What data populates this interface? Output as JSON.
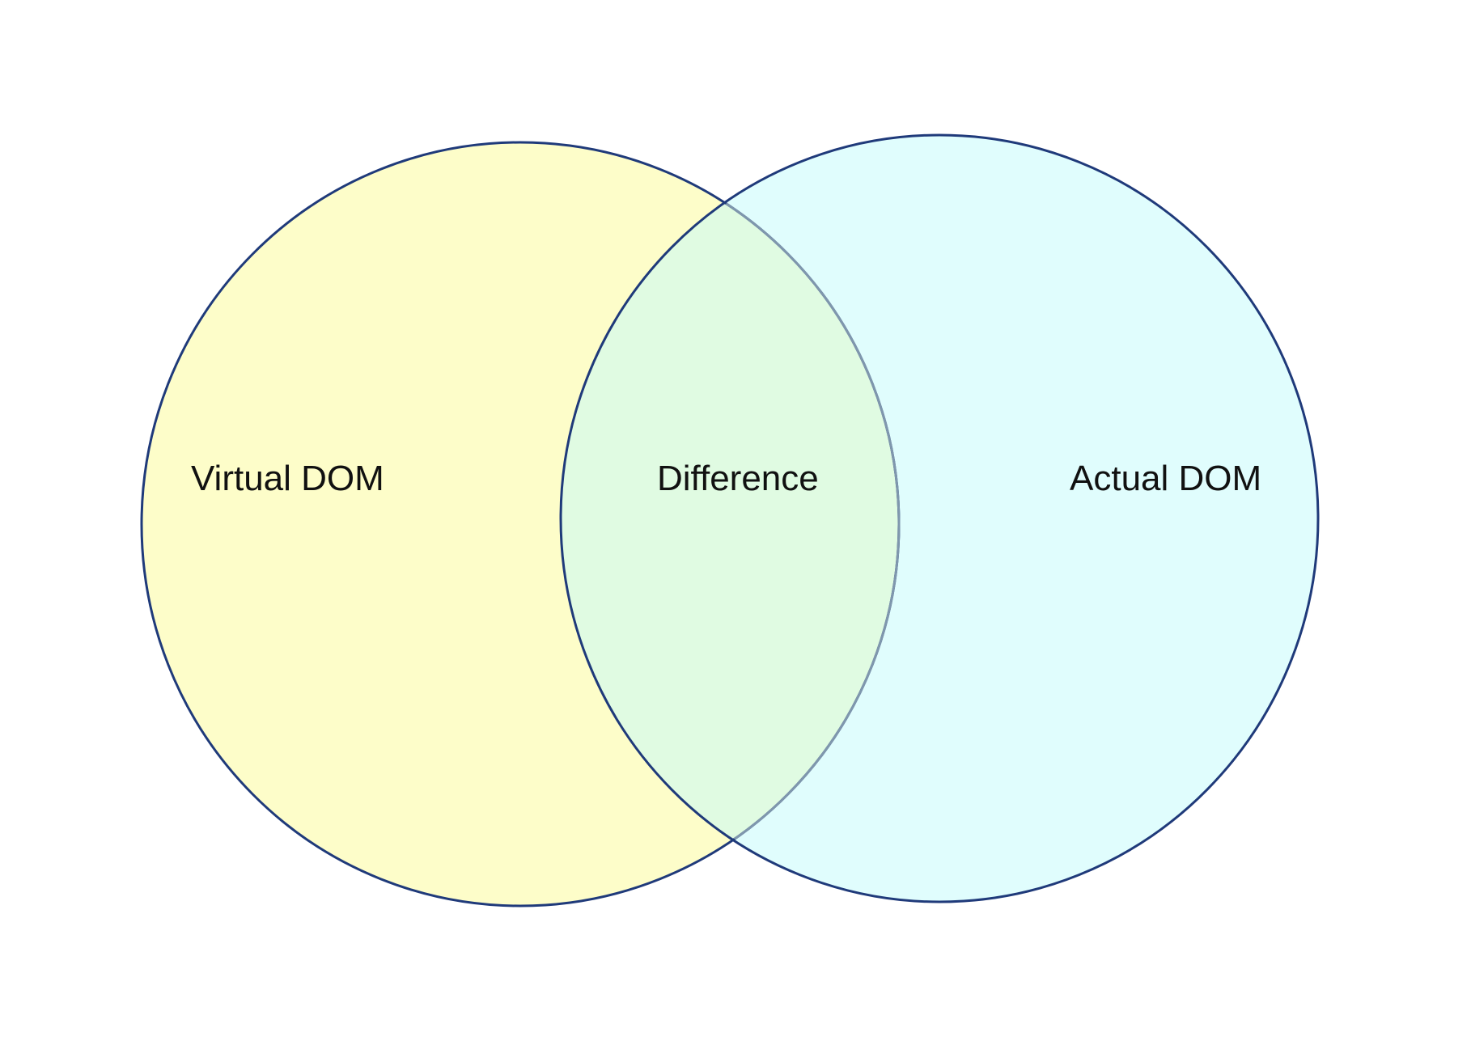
{
  "venn": {
    "sets": [
      {
        "id": "left",
        "label": "Virtual DOM",
        "fill": "#fdfdc9",
        "stroke": "#1f3a7a"
      },
      {
        "id": "right",
        "label": "Actual DOM",
        "fill": "#e0fdfd",
        "stroke": "#1f3a7a"
      }
    ],
    "intersection": {
      "label": "Difference",
      "fill": "#e0fbe2",
      "stroke": "#7f97ad"
    }
  }
}
